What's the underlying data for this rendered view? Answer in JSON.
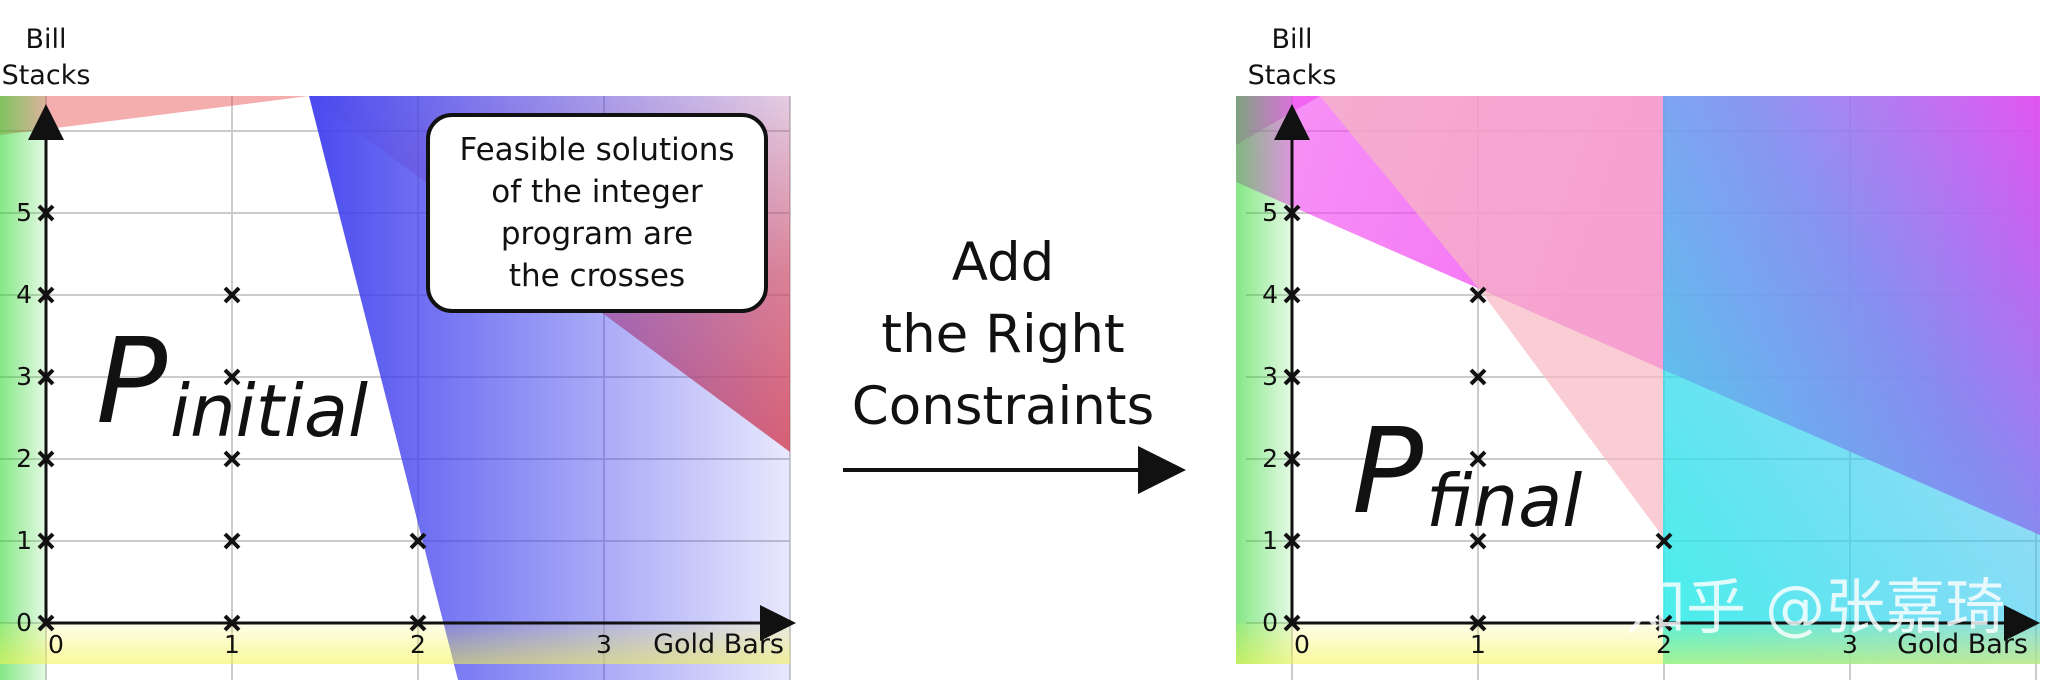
{
  "left_panel": {
    "y_axis_title": [
      "Bill",
      "Stacks"
    ],
    "x_axis_title": "Gold Bars",
    "x_ticks": [
      "0",
      "1",
      "2",
      "3"
    ],
    "y_ticks": [
      "0",
      "1",
      "2",
      "3",
      "4",
      "5"
    ],
    "region_label": "P",
    "region_subscript": "initial",
    "callout_lines": [
      "Feasible solutions",
      "of the integer",
      "program are",
      "the crosses"
    ],
    "integer_points": [
      [
        0,
        0
      ],
      [
        0,
        1
      ],
      [
        0,
        2
      ],
      [
        0,
        3
      ],
      [
        0,
        4
      ],
      [
        0,
        5
      ],
      [
        1,
        0
      ],
      [
        1,
        1
      ],
      [
        1,
        2
      ],
      [
        1,
        3
      ],
      [
        1,
        4
      ],
      [
        2,
        0
      ],
      [
        2,
        1
      ]
    ]
  },
  "middle": {
    "arrow_lines": [
      "Add",
      "the Right",
      "Constraints"
    ]
  },
  "right_panel": {
    "y_axis_title": [
      "Bill",
      "Stacks"
    ],
    "x_axis_title": "Gold Bars",
    "x_ticks": [
      "0",
      "1",
      "2",
      "3"
    ],
    "y_ticks": [
      "0",
      "1",
      "2",
      "3",
      "4",
      "5"
    ],
    "region_label": "P",
    "region_subscript": "final",
    "integer_points": [
      [
        0,
        0
      ],
      [
        0,
        1
      ],
      [
        0,
        2
      ],
      [
        0,
        3
      ],
      [
        0,
        4
      ],
      [
        0,
        5
      ],
      [
        1,
        0
      ],
      [
        1,
        1
      ],
      [
        1,
        2
      ],
      [
        1,
        3
      ],
      [
        1,
        4
      ],
      [
        2,
        0
      ],
      [
        2,
        1
      ]
    ]
  },
  "watermark": "知乎 @张嘉琦",
  "colors": {
    "green": "#22d422",
    "yellow": "#f4f44a",
    "red": "#e84c4c",
    "blue": "#5a5af0",
    "magenta": "#f040f0",
    "cyan": "#40f0e8",
    "pink": "#f6b8c0",
    "grid": "#cccccc",
    "axis": "#111111"
  }
}
